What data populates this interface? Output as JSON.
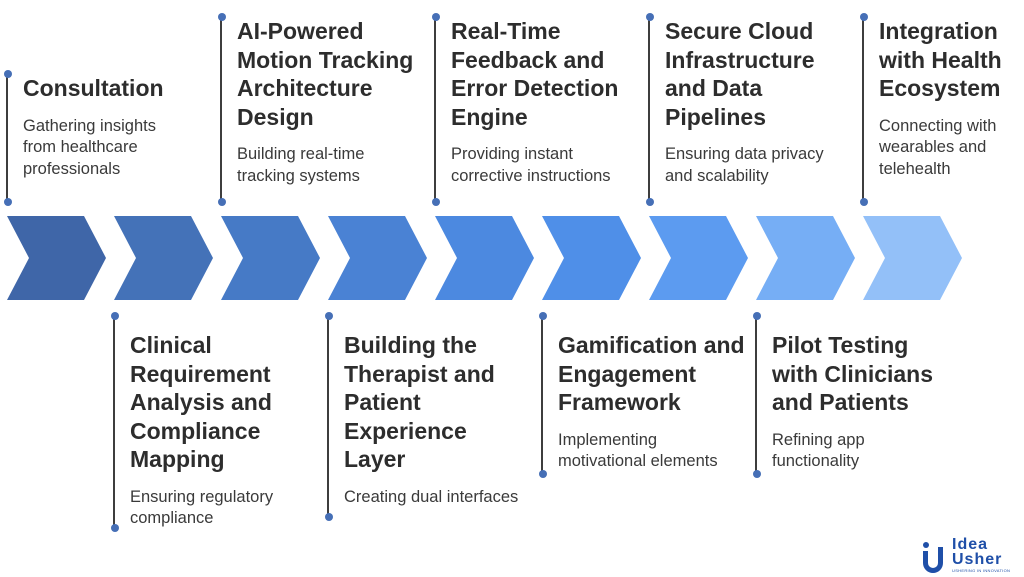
{
  "steps": [
    {
      "title": "Consultation",
      "desc": "Gathering insights\nfrom healthcare\nprofessionals",
      "color": "#3f66a8"
    },
    {
      "title": "Clinical\nRequirement\nAnalysis and\nCompliance\nMapping",
      "desc": "Ensuring regulatory\ncompliance",
      "color": "#4472b8"
    },
    {
      "title": "AI-Powered\nMotion Tracking\nArchitecture\nDesign",
      "desc": "Building real-time\ntracking systems",
      "color": "#467ac6"
    },
    {
      "title": "Building the\nTherapist and\nPatient\nExperience\nLayer",
      "desc": "Creating dual interfaces",
      "color": "#4a82d4"
    },
    {
      "title": "Real-Time\nFeedback and\nError Detection\nEngine",
      "desc": "Providing instant\ncorrective instructions",
      "color": "#4c89e0"
    },
    {
      "title": "Gamification and\nEngagement\nFramework",
      "desc": "Implementing\nmotivational elements",
      "color": "#4f8fe8"
    },
    {
      "title": "Secure Cloud\nInfrastructure\nand Data\nPipelines",
      "desc": "Ensuring data privacy\nand scalability",
      "color": "#5c9bf0"
    },
    {
      "title": "Pilot Testing\nwith Clinicians\nand Patients",
      "desc": "Refining app\nfunctionality",
      "color": "#76aef5"
    },
    {
      "title": "Integration\nwith Health\nEcosystem",
      "desc": "Connecting with\nwearables and\ntelehealth",
      "color": "#93c0f8"
    }
  ],
  "logo": {
    "word1": "Idea",
    "word2": "Usher",
    "tagline": "USHERING IN INNOVATION",
    "color": "#1f4fa8"
  }
}
